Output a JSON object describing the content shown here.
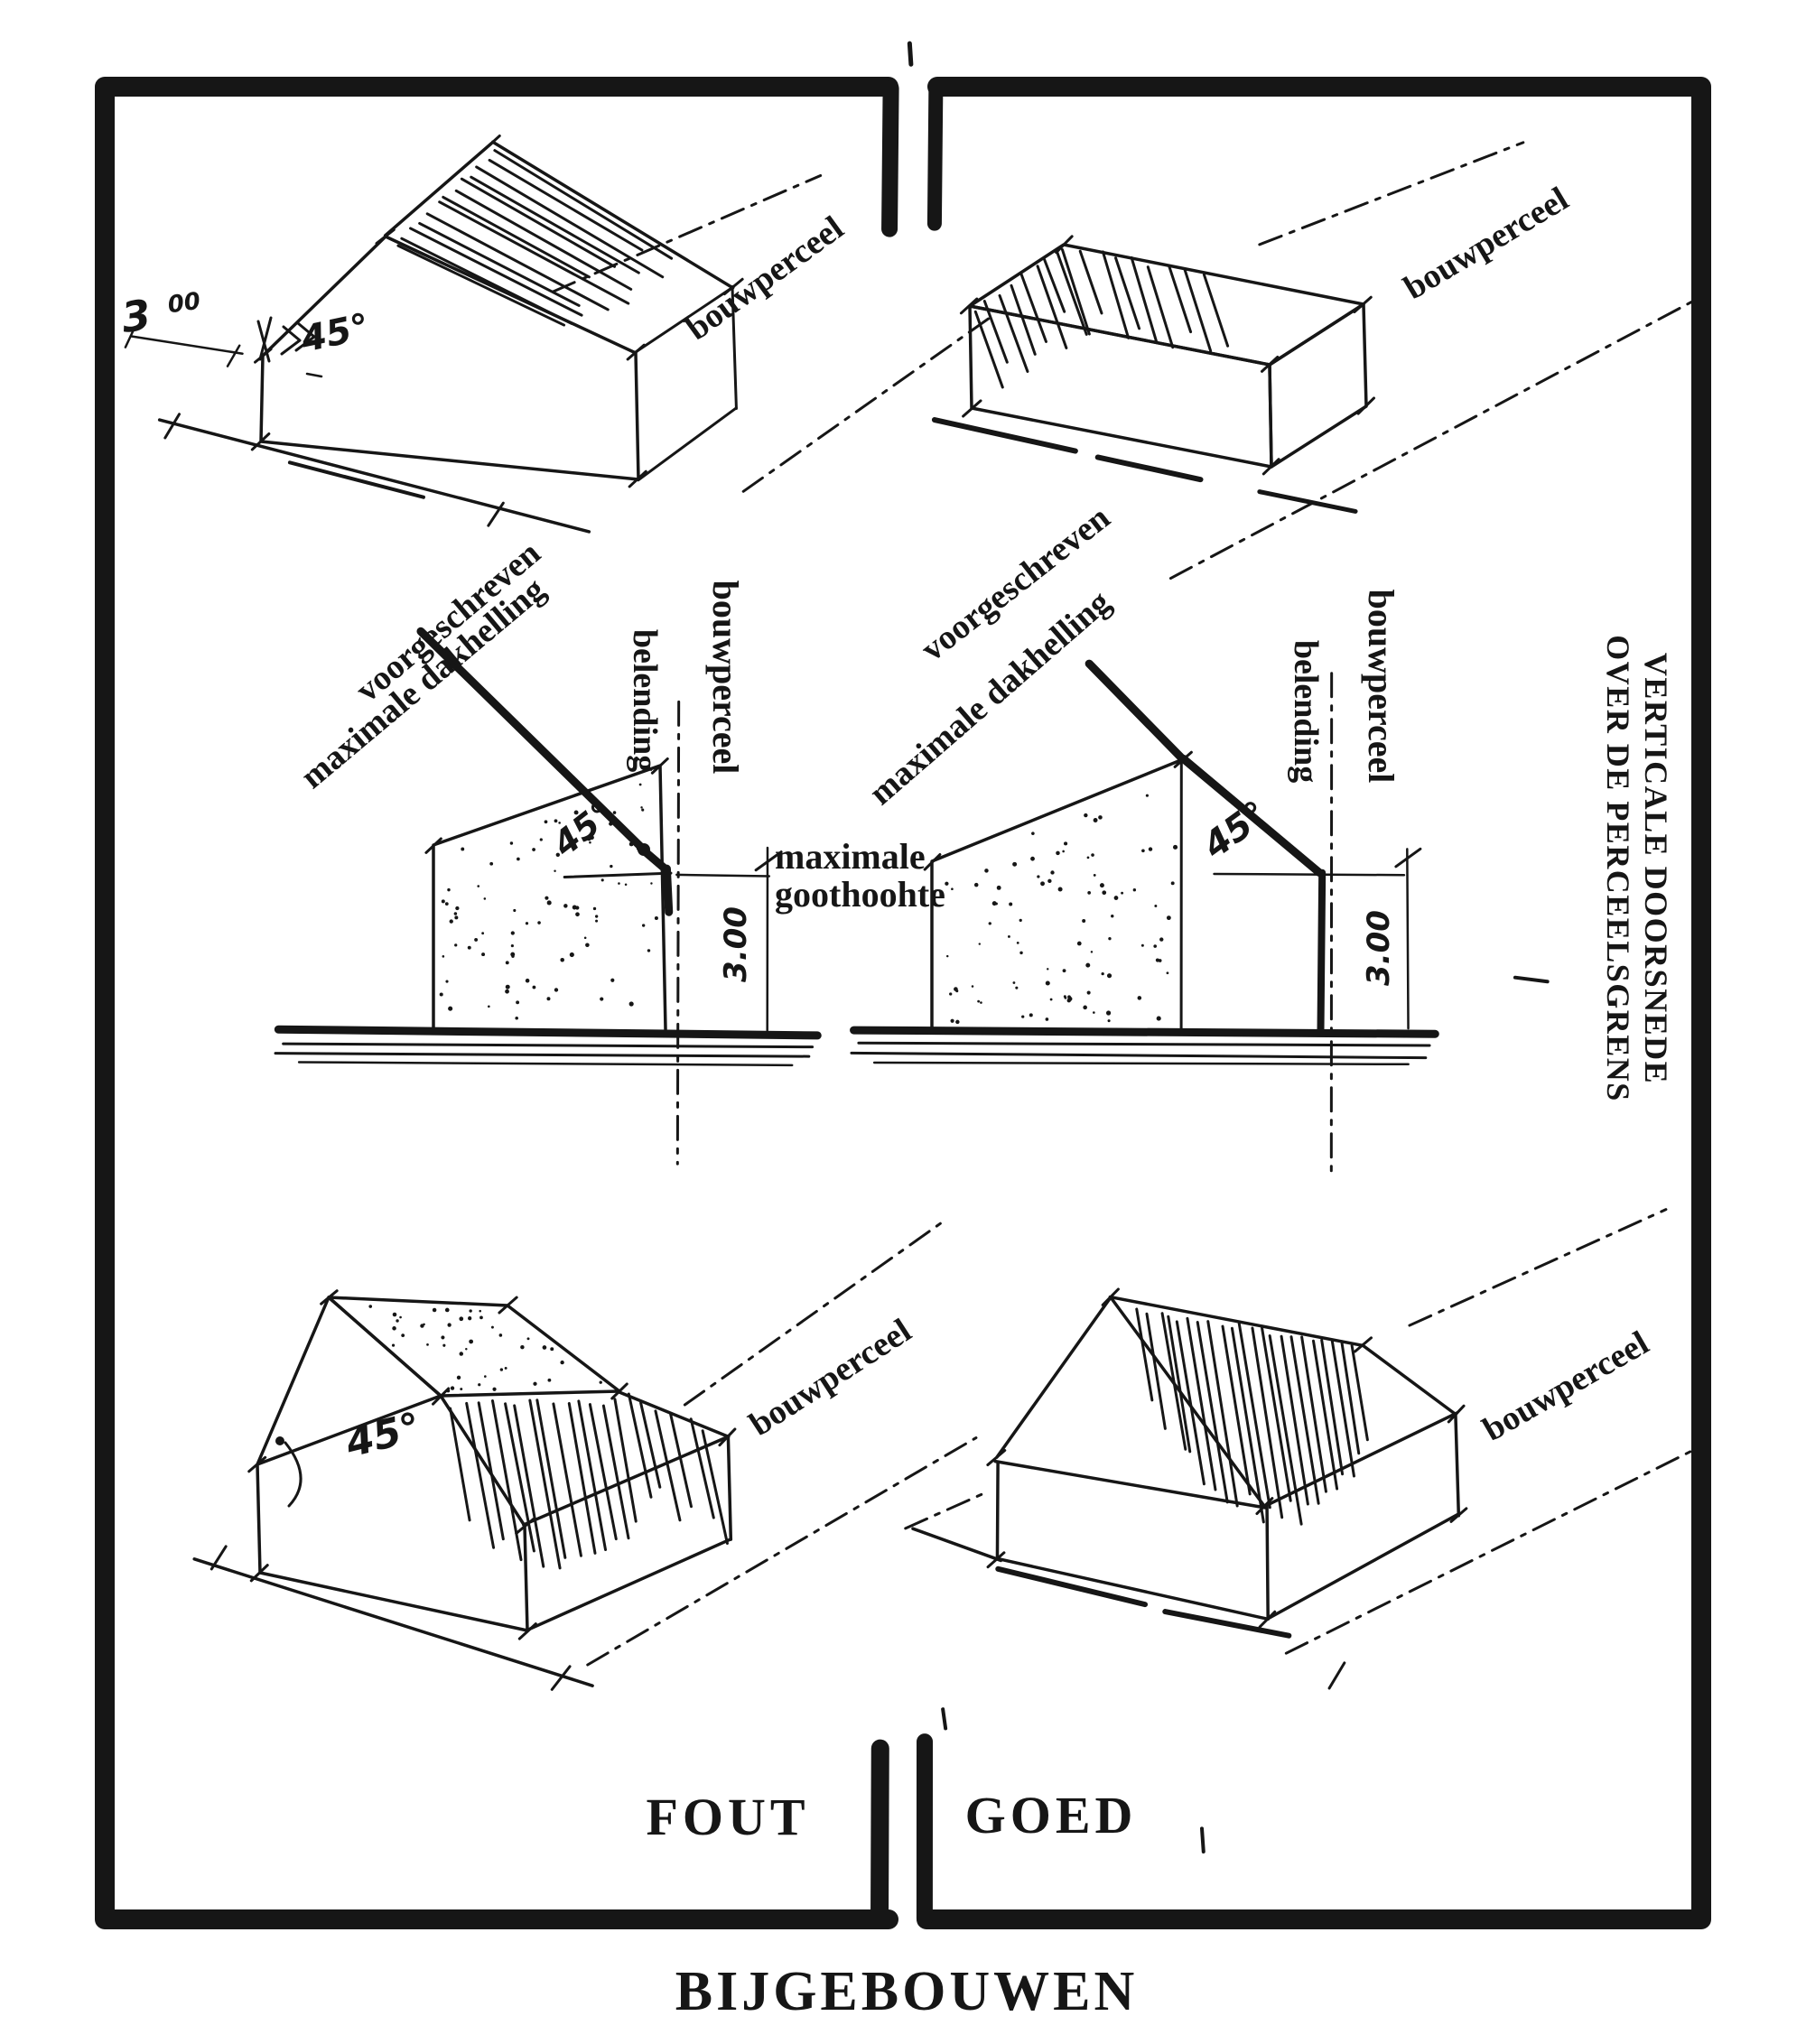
{
  "drawing": {
    "title": "BIJGEBOUWEN",
    "verdict_left": "FOUT",
    "verdict_right": "GOED",
    "caption_line1": "VERTICALE DOORSNEDE",
    "caption_line2": "OVER DE PERCEELSGRENS"
  },
  "labels": {
    "bouwperceel": "bouwperceel",
    "belending": "belending",
    "voorgeschreven": "voorgeschreven",
    "maximale_dakhelling": "maximale dakhelling",
    "goothoogte_line1": "maximale",
    "goothoogte_line2": "goothoohte"
  },
  "annotations": {
    "roof_angle": "45°",
    "eaves_height": "3.00",
    "eaves_height_base": "3",
    "eaves_height_sup": "00"
  },
  "colors": {
    "ink": "#161616",
    "paper": "#ffffff"
  }
}
